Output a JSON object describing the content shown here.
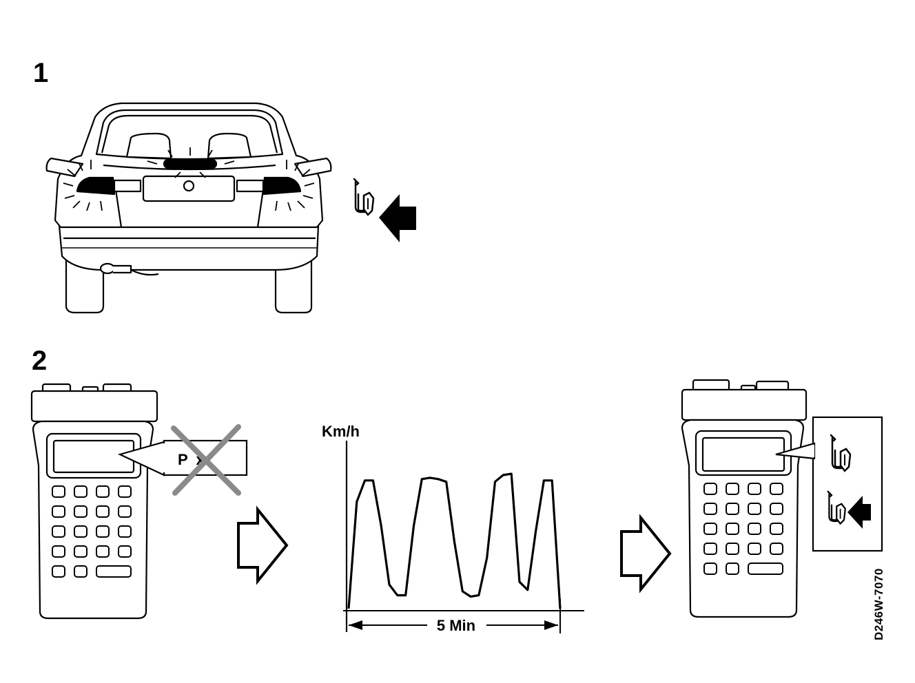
{
  "steps": {
    "step1": "1",
    "step2": "2"
  },
  "tester_display_text": "P  xx",
  "chart_data": {
    "type": "line",
    "ylabel": "Km/h",
    "xlabel": "5 Min",
    "series": [
      {
        "values": [
          0,
          80,
          96,
          96,
          62,
          18,
          10,
          10,
          62,
          97,
          98,
          97,
          95,
          50,
          13,
          9,
          10,
          38,
          95,
          100,
          101,
          20,
          14,
          58,
          96,
          96,
          0
        ]
      }
    ]
  },
  "figure_code": "D246W-7070",
  "colors": {
    "ink": "#000000",
    "cross": "#8a8a8a"
  },
  "icons": {
    "check_lamp": "engine-check-lamp-icon",
    "arrow": "solid-arrow-left-icon",
    "next": "hollow-arrow-right-icon"
  }
}
